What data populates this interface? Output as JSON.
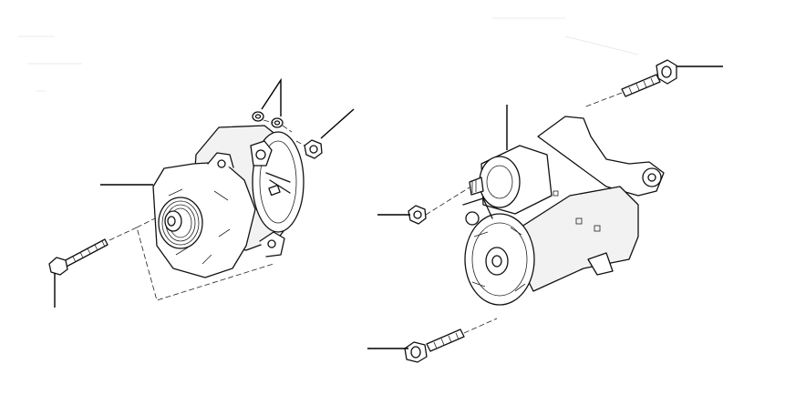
{
  "diagram": {
    "type": "exploded-parts-illustration",
    "parts": [
      {
        "name": "alternator",
        "icon": "alternator-icon"
      },
      {
        "name": "alternator-mounting-bolt",
        "icon": "bolt-icon"
      },
      {
        "name": "alternator-washers",
        "icon": "washer-icon"
      },
      {
        "name": "alternator-terminal-nut",
        "icon": "nut-icon"
      },
      {
        "name": "starter-motor",
        "icon": "starter-motor-icon"
      },
      {
        "name": "starter-upper-bolt",
        "icon": "bolt-icon"
      },
      {
        "name": "starter-lower-bolt",
        "icon": "bolt-icon"
      },
      {
        "name": "starter-terminal-nut",
        "icon": "nut-icon"
      }
    ],
    "line_color": "#111111",
    "background": "#ffffff"
  }
}
